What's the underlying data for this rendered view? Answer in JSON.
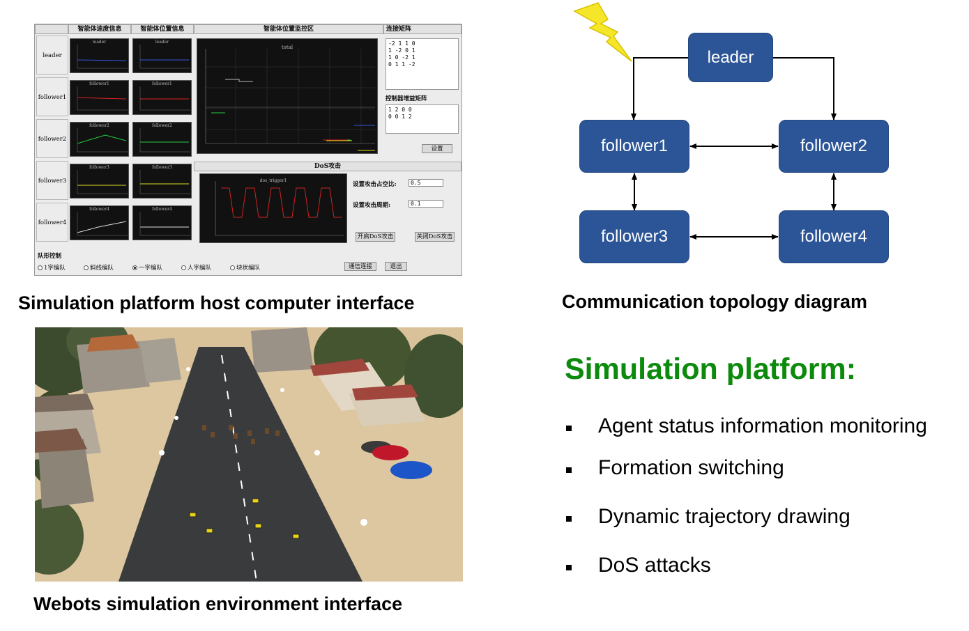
{
  "host": {
    "headers": {
      "velocity": "智能体速度信息",
      "position": "智能体位置信息",
      "monitor": "智能体位置监控区",
      "matrix": "连接矩阵",
      "dos": "DoS攻击"
    },
    "agents": [
      "leader",
      "follower1",
      "follower2",
      "follower3",
      "follower4"
    ],
    "monitor_plot_title": "total",
    "connection_matrix": "-2 1 1 0\n1 -2 0 1\n1 0 -2 1\n0 1 1 -2",
    "gain_label": "控制器增益矩阵",
    "gain_matrix": "1 2 0 0\n0 0 1 2",
    "set_button": "设置",
    "dos_plot_title": "dos_trigger1",
    "duty_label": "设置攻击占空比:",
    "duty_value": "0.5",
    "period_label": "设置攻击周期:",
    "period_value": "0.1",
    "start_dos": "开启DoS攻击",
    "stop_dos": "关闭DoS攻击",
    "formation_label": "队形控制",
    "formations": [
      "1字编队",
      "斜线编队",
      "一字编队",
      "人字编队",
      "块状编队"
    ],
    "selected_formation": 2,
    "connect_button": "通信连接",
    "exit_button": "退出"
  },
  "captions": {
    "host": "Simulation platform host computer interface",
    "topology": "Communication topology diagram",
    "webots": "Webots simulation environment interface"
  },
  "topology": {
    "leader": "leader",
    "follower1": "follower1",
    "follower2": "follower2",
    "follower3": "follower3",
    "follower4": "follower4"
  },
  "features": {
    "title": "Simulation platform:",
    "items": [
      "Agent status information monitoring",
      "Formation switching",
      "Dynamic trajectory drawing",
      "DoS attacks"
    ]
  },
  "colors": {
    "node_fill": "#2c5597",
    "title_green": "#0c8a0c",
    "lightning": "#f5e62a"
  },
  "icons": [
    "lightning-bolt-icon"
  ]
}
